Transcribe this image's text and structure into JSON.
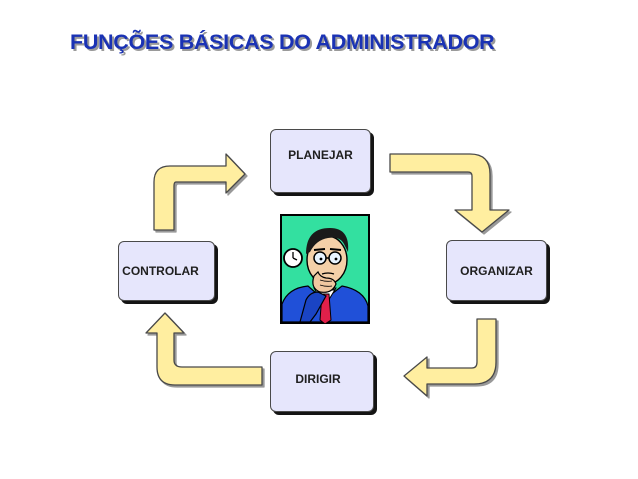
{
  "title": "FUNÇÕES BÁSICAS DO ADMINISTRADOR",
  "nodes": {
    "planejar": "PLANEJAR",
    "organizar": "ORGANIZAR",
    "dirigir": "DIRIGIR",
    "controlar": "CONTROLAR"
  },
  "colors": {
    "title": "#1a32b4",
    "box_fill": "#e6e6fc",
    "arrow_fill": "#ffeea0",
    "picture_background": "#33e0a0"
  },
  "illustration": {
    "subject": "thinking-businessman-clipart",
    "icons": [
      "clock-icon"
    ]
  }
}
